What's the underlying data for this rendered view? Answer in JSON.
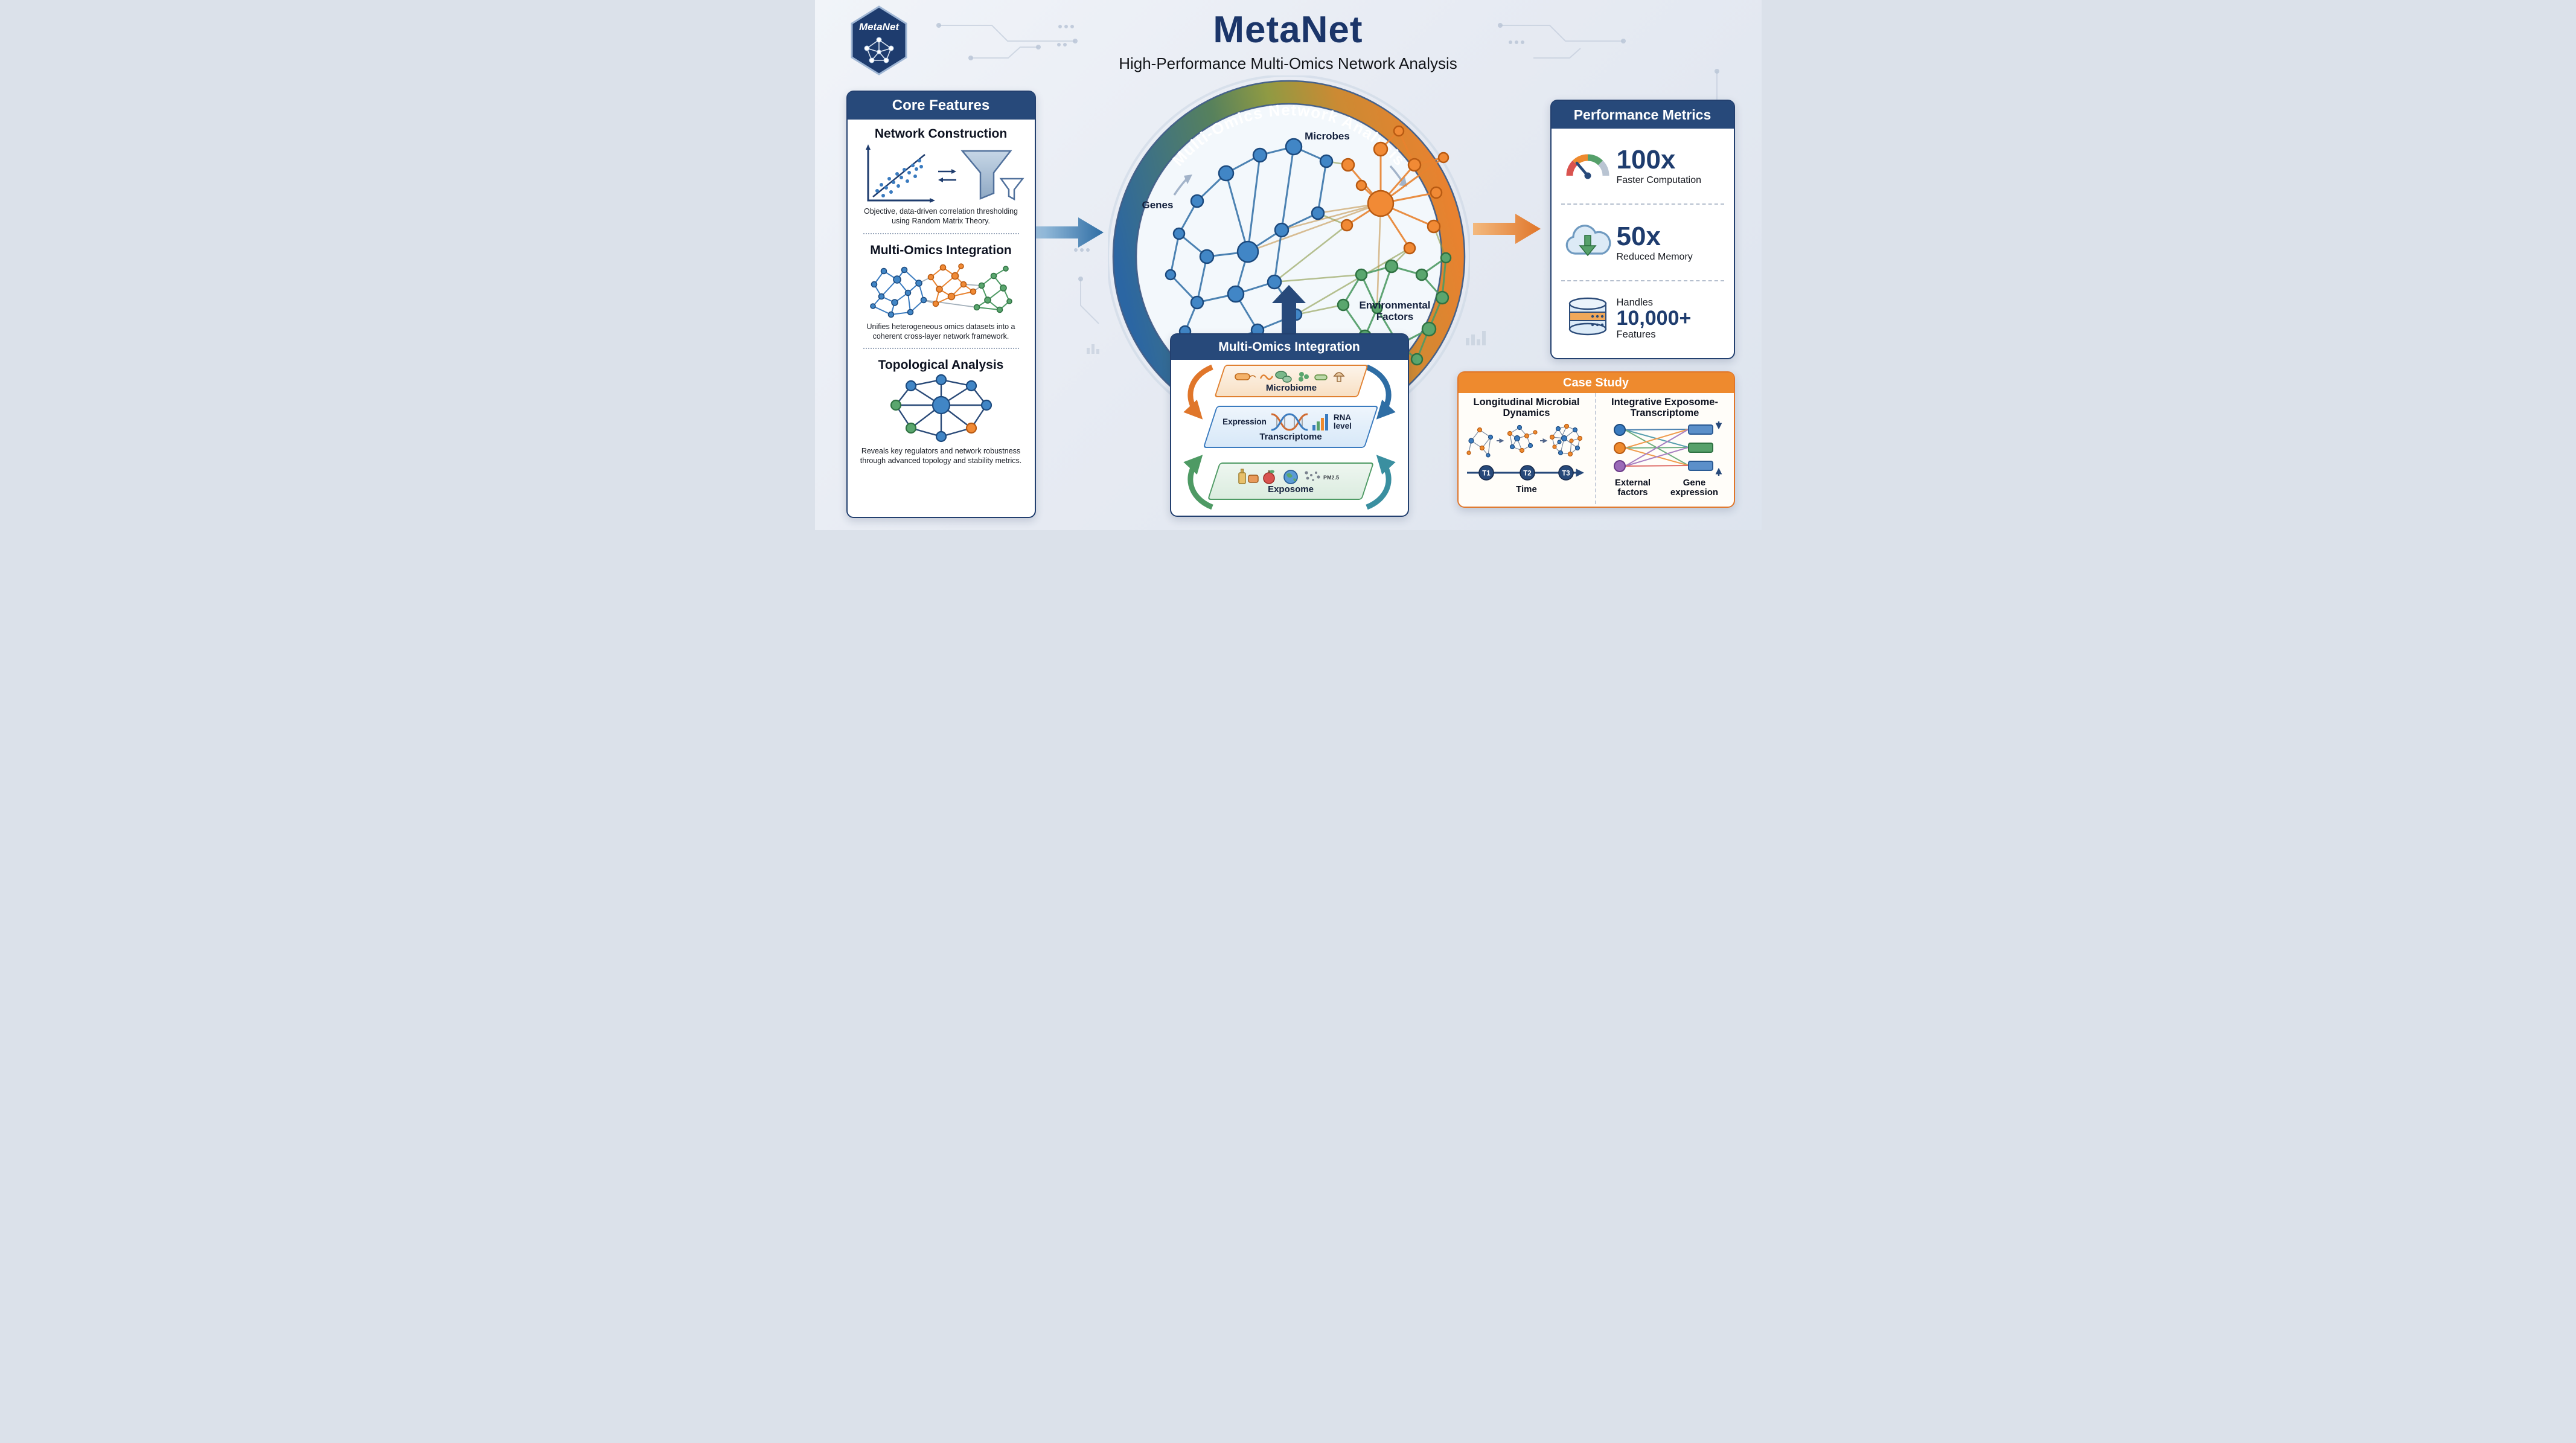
{
  "header": {
    "logo_text": "MetaNet",
    "title": "MetaNet",
    "subtitle": "High-Performance Multi-Omics Network Analysis"
  },
  "core_features": {
    "title": "Core Features",
    "items": [
      {
        "heading": "Network Construction",
        "description": "Objective, data-driven correlation thresholding using Random Matrix Theory."
      },
      {
        "heading": "Multi-Omics Integration",
        "description": "Unifies heterogeneous omics datasets into a coherent cross-layer network framework."
      },
      {
        "heading": "Topological Analysis",
        "description": "Reveals key regulators and network robustness through advanced topology and stability metrics."
      }
    ]
  },
  "central": {
    "ring_label": "Multi-Omics Network Analysis",
    "labels": {
      "genes": "Genes",
      "microbes": "Microbes",
      "environmental": "Environmental Factors"
    }
  },
  "integration": {
    "title": "Multi-Omics Integration",
    "layers": {
      "microbiome": {
        "label": "Microbiome"
      },
      "transcriptome": {
        "label": "Transcriptome",
        "left": "Expression",
        "right": "RNA level"
      },
      "exposome": {
        "label": "Exposome",
        "badge": "PM2.5"
      }
    }
  },
  "performance": {
    "title": "Performance Metrics",
    "metrics": [
      {
        "value": "100x",
        "label": "Faster Computation"
      },
      {
        "value": "50x",
        "label": "Reduced Memory"
      },
      {
        "prefix": "Handles",
        "value": "10,000+",
        "label": "Features"
      }
    ]
  },
  "case_study": {
    "title": "Case Study",
    "longitudinal": {
      "heading": "Longitudinal Microbial Dynamics",
      "timepoints": [
        "T1",
        "T2",
        "T3"
      ],
      "axis": "Time"
    },
    "integrative": {
      "heading": "Integrative Exposome-Transcriptome",
      "left_label": "External factors",
      "right_label": "Gene expression"
    }
  },
  "colors": {
    "navy": "#1e3c6e",
    "panel_header": "#27497a",
    "blue": "#3a7bbf",
    "orange": "#ee8a2e",
    "green": "#56a06a",
    "case_header": "#ee8a2e"
  }
}
